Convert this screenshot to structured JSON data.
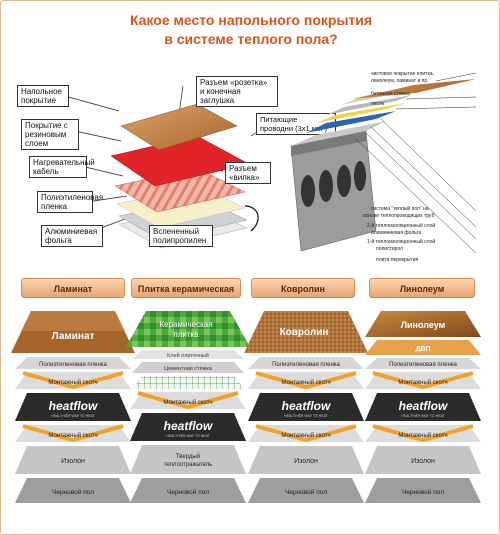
{
  "title": {
    "line1": "Какое место напольного покрытия",
    "line2": "в системе теплого пола?"
  },
  "left_labels": {
    "floor_cover": "Напольное покрытие",
    "rubber_cover": "Покрытие с резиновым слоем",
    "heating_cable": "Нагревательный кабель",
    "pe_film": "Полиэтиленовая пленка",
    "alu_foil": "Алюминиевая фольга",
    "foam_pp": "Вспененный полипропилен",
    "socket_plug": "Разъем «розетка» и конечная заглушка",
    "fork_connector": "Разъем «вилка»",
    "supply_wires": "Питающие проводни (3x1 мм²)"
  },
  "right_labels": [
    "чистовое покрытие плитка,",
    "линолеум, ламинат и пр.",
    "бетонная стяжка",
    "песок",
    "система \"теплый пол\" на",
    "основе теплопроводящих труб",
    "2-й теплоизоляционный слой",
    "алюминиевая фольга",
    "1-й теплоизоляционный слой",
    "полистирол",
    "плита перекрытия"
  ],
  "columns": [
    {
      "header": "Ламинат",
      "top": "Ламинат",
      "layers": [
        "Полиэтиленовая пленка",
        "Монтажный скотч",
        "Монтажный скотч",
        "Изолон",
        "Черновой пол"
      ]
    },
    {
      "header": "Плитка керамическая",
      "top_line1": "Керамическая",
      "top_line2": "плитка",
      "layers": [
        "Клей плиточный",
        "Цементная стяжка",
        "Монтажный скотч",
        "Твердый",
        "теплоотражатель",
        "Черновой пол"
      ]
    },
    {
      "header": "Ковролин",
      "top": "Ковролин",
      "layers": [
        "Полиэтиленовая пленка",
        "Монтажный скотч",
        "Монтажный скотч",
        "Изолон",
        "Черновой пол"
      ]
    },
    {
      "header": "Линолеум",
      "top": "Линолеум",
      "dvp": "ДВП",
      "layers": [
        "Полиэтиленовая пленка",
        "Монтажный скотч",
        "Монтажный скотч",
        "Изолон",
        "Черновой пол"
      ]
    }
  ],
  "brand": {
    "name": "heatflow",
    "tagline": "HEALTHIER WAY TO HEAT"
  },
  "colors": {
    "title": "#d9541a",
    "header_bg": "#f0b88a",
    "heatflow_orange": "#f39a1e"
  }
}
